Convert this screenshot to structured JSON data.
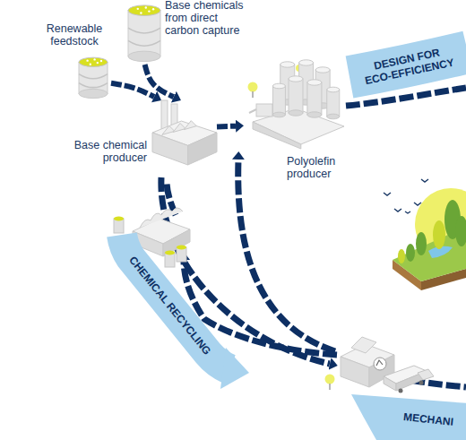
{
  "diagram": {
    "nodes": [
      {
        "text": [
          "Base chemicals from direct carbon capture"
        ]
      },
      {
        "text": [
          "Renewable feedstock"
        ]
      },
      {
        "text": [
          "DESIGN FOR ECO-EFFICIENCY"
        ]
      },
      {
        "text": [
          "Base chemical producer"
        ]
      },
      {
        "text": [
          "Polyolefin producer"
        ]
      },
      {
        "text": [
          "CHEMICAL RECYCLING"
        ]
      },
      {
        "text": [
          "MECHANI"
        ]
      }
    ],
    "edges": [
      {
        "from": 1,
        "to": 3,
        "arrow": "to"
      },
      {
        "from": 0,
        "to": 3,
        "arrow": "to"
      },
      {
        "from": 3,
        "to": 4,
        "arrow": "to"
      }
    ]
  }
}
